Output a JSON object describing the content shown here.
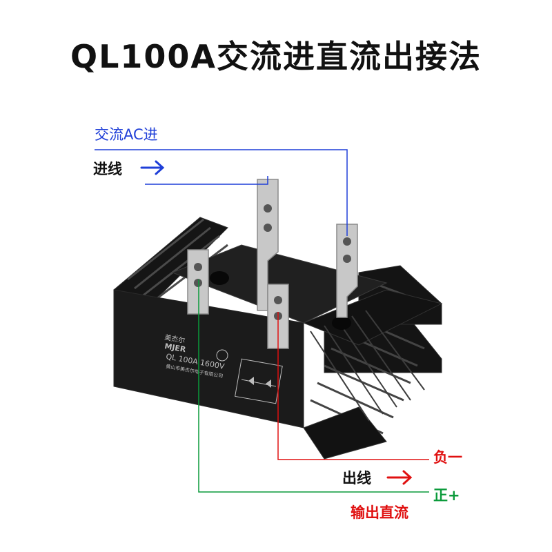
{
  "title": "QL100A交流进直流出接法",
  "labels": {
    "ac_in": "交流AC进",
    "line_in": "进线",
    "negative": "负一",
    "line_out": "出线",
    "positive": "正+",
    "dc_out": "输出直流"
  },
  "device": {
    "brand_cn": "美杰尔",
    "brand_en": "MJER",
    "model": "QL 100A 1600V",
    "maker": "黄山市美杰尔电子有限公司"
  },
  "colors": {
    "ac_wire": "#1f3fd8",
    "negative_wire": "#e01010",
    "positive_wire": "#0a9a3a",
    "body": "#1b1b1b"
  },
  "icons": [
    "arrow-right-blue-icon",
    "arrow-right-red-icon"
  ]
}
